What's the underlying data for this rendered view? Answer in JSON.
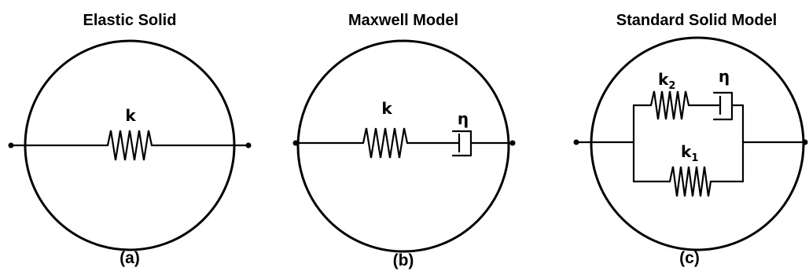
{
  "panels": [
    {
      "title": "Elastic Solid",
      "caption": "(a)",
      "labels": {
        "spring": "k"
      }
    },
    {
      "title": "Maxwell Model",
      "caption": "(b)",
      "labels": {
        "spring": "k",
        "dashpot": "η"
      }
    },
    {
      "title": "Standard Solid Model",
      "caption": "(c)",
      "labels": {
        "spring_top_base": "k",
        "spring_top_sub": "2",
        "dashpot": "η",
        "spring_bottom_base": "k",
        "spring_bottom_sub": "1"
      }
    }
  ]
}
